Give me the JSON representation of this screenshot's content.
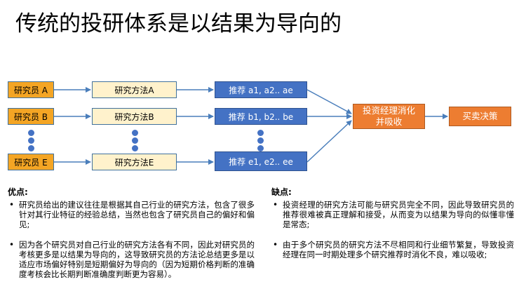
{
  "title": "传统的投研体系是以结果为导向的",
  "diagram": {
    "rows": [
      {
        "analyst": "研究员 A",
        "method": "研究方法A",
        "recommend": "推荐 a1, a2.. ae"
      },
      {
        "analyst": "研究员 B",
        "method": "研究方法B",
        "recommend": "推荐 b1, b2.. be"
      },
      {
        "analyst": "研究员 E",
        "method": "研究方法E",
        "recommend": "推荐 e1, e2.. ee"
      }
    ],
    "digest_line1": "投资经理消化",
    "digest_line2": "并吸收",
    "decision": "买卖决策"
  },
  "pros": {
    "heading": "优点:",
    "items": [
      "研究员给出的建议往往是根据其自己行业的研究方法，包含了很多针对其行业特征的经验总结，当然也包含了研究员自己的偏好和偏见;",
      "因为各个研究员对自己行业的研究方法各有不同，因此对研究员的考核更多是以结果为导向的，这导致研究员的方法论总结更多是以适应市场偏好特别是短期偏好为导向的（因为短期价格判断的准确度考核会比长期判断准确度判断更为容易）。"
    ]
  },
  "cons": {
    "heading": "缺点:",
    "items": [
      "投资经理的研究方法可能与研究员完全不同，因此导致研究员的推荐很难被真正理解和接受，从而变为以结果为导向的似懂非懂是常态;",
      "由于多个研究员的研究方法不尽相同和行业细节繁复，导致投资经理在同一时期处理多个研究推荐时消化不良，难以吸收;"
    ]
  },
  "colors": {
    "analyst_fill": "#f4a524",
    "method_fill": "#fff2cc",
    "recommend_fill": "#4472c4",
    "result_fill": "#ed7d31",
    "arrow": "#4a7ebb"
  }
}
